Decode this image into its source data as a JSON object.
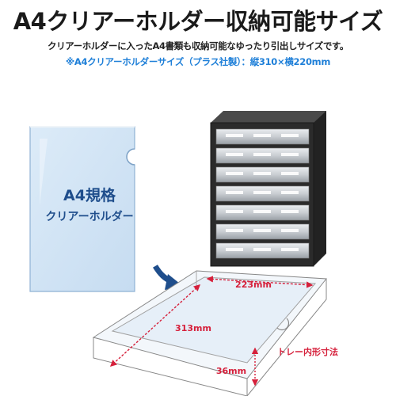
{
  "header": {
    "title": "A4クリアーホルダー収納可能サイズ",
    "subtitle": "クリアーホルダーに入ったA4書類も収納可能なゆったり引出しサイズです。",
    "note": "※A4クリアーホルダーサイズ（プラス社製）：縦310×横220mm"
  },
  "folder": {
    "label_line1": "A4規格",
    "label_line2": "クリアーホルダー"
  },
  "tray": {
    "width_label": "223mm",
    "depth_label": "313mm",
    "height_label": "36mm",
    "caption": "トレー内形寸法"
  },
  "colors": {
    "title": "#1a1a1a",
    "note": "#1e7fd8",
    "dimension": "#d6203b",
    "folder_fill": "#d3e6f6",
    "folder_text": "#1f4e8c",
    "cabinet": "#2b2b2b",
    "arrow": "#1f4e8c"
  }
}
